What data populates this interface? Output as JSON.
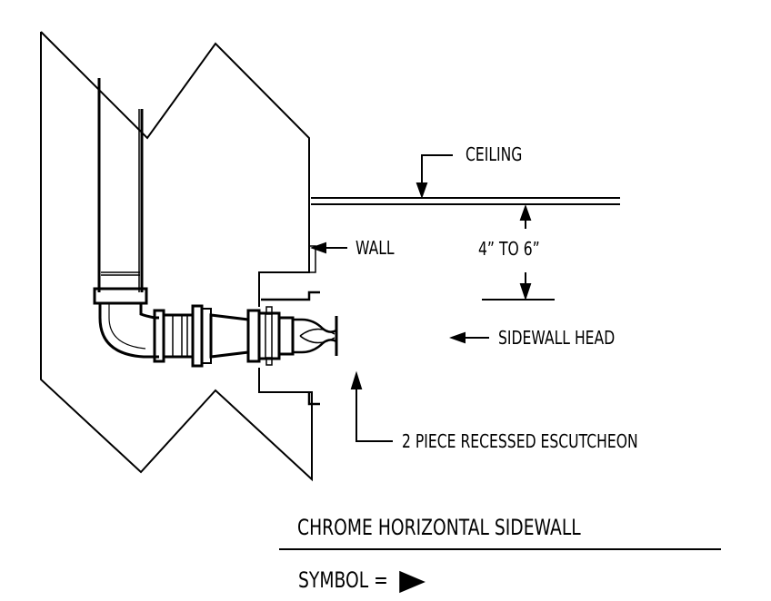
{
  "labels": {
    "ceiling": "CEILING",
    "wall": "WALL",
    "dimension": "4” TO 6”",
    "sidewall_head": "SIDEWALL HEAD",
    "escutcheon": "2 PIECE RECESSED ESCUTCHEON"
  },
  "title": "CHROME HORIZONTAL SIDEWALL",
  "symbol": {
    "text": "SYMBOL =",
    "icon": "filled-right-triangle-icon"
  },
  "colors": {
    "ink": "#000000",
    "paper": "#ffffff"
  }
}
